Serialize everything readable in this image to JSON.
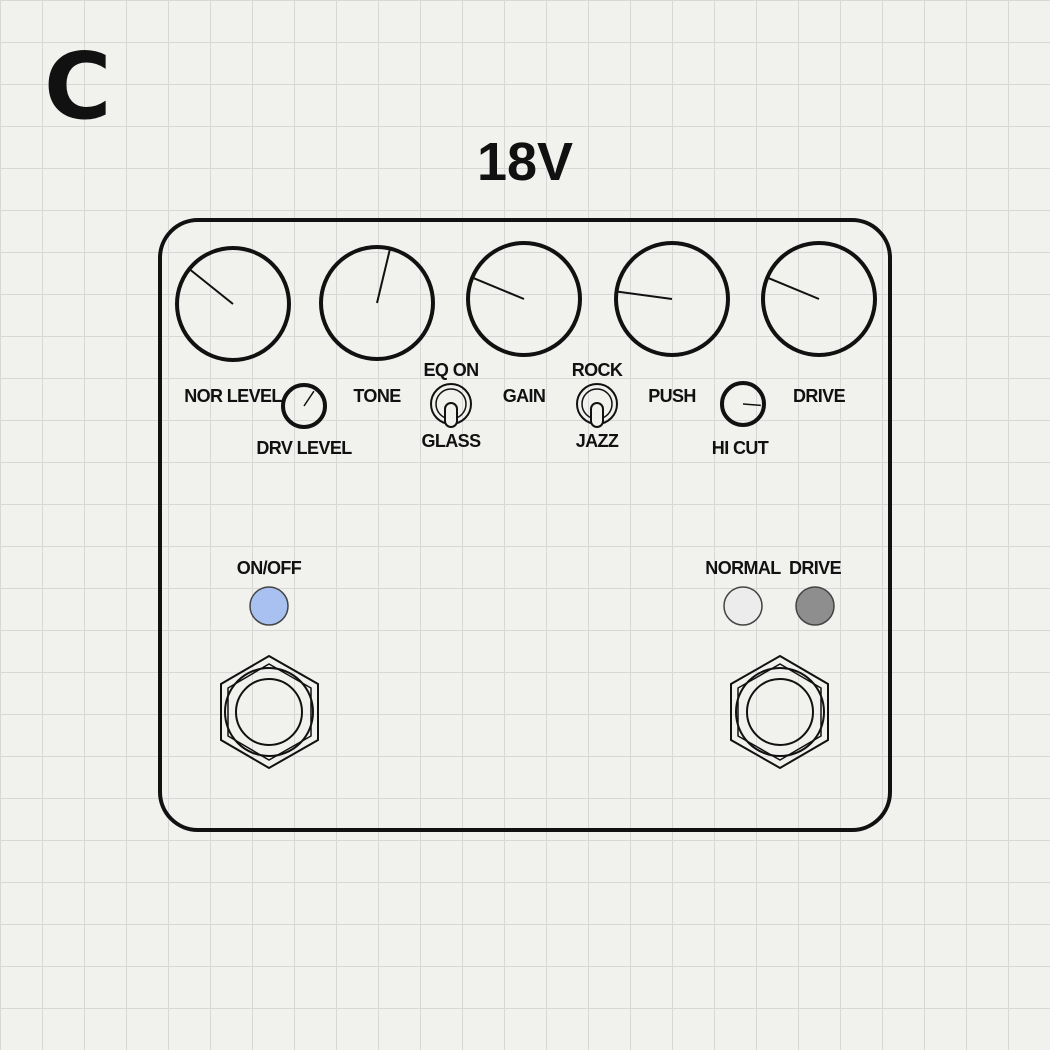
{
  "corner_letter": "C",
  "voltage": "18V",
  "knobs": [
    {
      "label": "NOR LEVEL",
      "value": 0.31
    },
    {
      "label": "TONE",
      "value": 0.55
    },
    {
      "label": "GAIN",
      "value": 0.25
    },
    {
      "label": "PUSH",
      "value": 0.195
    },
    {
      "label": "DRIVE",
      "value": 0.25
    }
  ],
  "mini_knobs": [
    {
      "label": "DRV LEVEL",
      "value": 0.625
    },
    {
      "label": "HI CUT",
      "value": 0.85
    }
  ],
  "toggles": [
    {
      "top_label": "EQ ON",
      "bottom_label": "GLASS",
      "position": "down"
    },
    {
      "top_label": "ROCK",
      "bottom_label": "JAZZ",
      "position": "down"
    }
  ],
  "leds": [
    {
      "label": "ON/OFF",
      "color": "#a8c1f0"
    },
    {
      "label": "NORMAL",
      "color": "#ececec"
    },
    {
      "label": "DRIVE",
      "color": "#8e8e8e"
    }
  ],
  "footswitches": [
    {
      "name": "left-footswitch"
    },
    {
      "name": "right-footswitch"
    }
  ]
}
